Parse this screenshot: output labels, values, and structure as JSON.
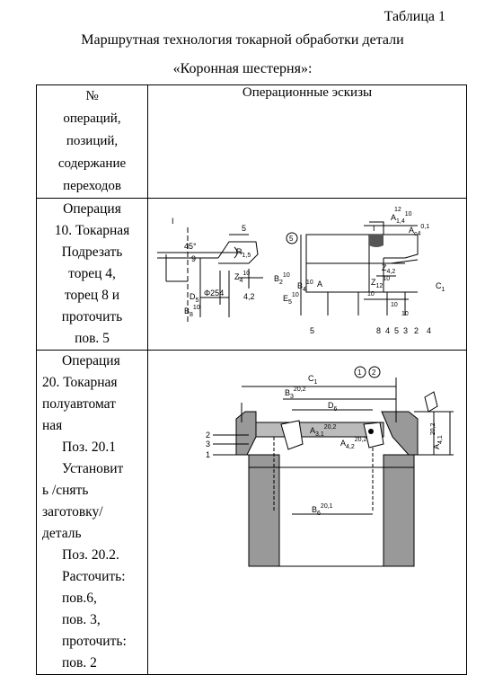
{
  "caption": {
    "table_no": "Таблица 1",
    "title_line1": "Маршрутная технология токарной обработки детали",
    "title_line2": "«Коронная шестерня»:"
  },
  "table": {
    "col1_header": [
      "№",
      "операций,",
      "позиций,",
      "содержание",
      "переходов"
    ],
    "col2_header": "Операционные эскизы",
    "rows": [
      {
        "lines": [
          "Операция",
          "10. Токарная",
          "Подрезать",
          "торец 4,",
          "торец 8   и",
          "проточить",
          "пов. 5"
        ],
        "sketch_labels": {
          "roman_left": "I",
          "angle": "45°",
          "r": "R",
          "r_sub": "1,5",
          "five_top": "5",
          "num9": "9",
          "z4": "Z",
          "z4_sub": "4",
          "z4_tol": "10",
          "d5": "D",
          "d5_sub": "5",
          "phi": "Φ254",
          "b8": "B",
          "b8_sub": "8",
          "b8_tol": "10",
          "dim42": "4,2",
          "b2": "B",
          "b2_sub": "2",
          "b2_tol": "10",
          "e5": "E",
          "e5_sub": "5",
          "e5_tol": "10",
          "b4": "B",
          "b4_sub": "4",
          "b4_tol": "10",
          "a_small": "A",
          "circ5": "5",
          "roman_right": "I",
          "a14": "A",
          "a14_sub": "1,4",
          "a14_tol": "10",
          "top12": "12",
          "ac4": "A",
          "ac4_sub": "c4",
          "ac4_tol": "0,1",
          "c1": "C",
          "c1_sub": "1",
          "z12": "Z",
          "z12_sub": "12",
          "z12_tol": "10",
          "z42": "Z",
          "z42_sub": "4,2",
          "d10a": "10",
          "d10b": "10",
          "d10c": "10",
          "bottom_left5": "5",
          "bottom_nums": [
            "8",
            "4",
            "5",
            "3",
            "2",
            "4"
          ]
        }
      },
      {
        "lines": [
          "Операция",
          "20. Токарная",
          "полуавтомат",
          "ная",
          "Поз. 20.1",
          "Установит",
          "ь /снять",
          "заготовку/",
          "деталь",
          "Поз. 20.2.",
          "Расточить:",
          "пов.6,",
          "пов. 3,",
          "проточить:",
          "пов. 2"
        ],
        "sketch_labels": {
          "c1": "C",
          "c1_sub": "1",
          "circ1": "1",
          "circ2": "2",
          "b3": "B",
          "b3_sub": "3",
          "b3_tol": "20,2",
          "d6": "D",
          "d6_sub": "6",
          "a31": "A",
          "a31_sub": "3,1",
          "a31_tol": "20,2",
          "a42": "A",
          "a42_sub": "4,2",
          "a42_tol": "20,2",
          "a41": "A",
          "a41_sub": "4,1",
          "a41_tol": "20,2",
          "b6": "B",
          "b6_sub": "6",
          "b6_tol": "20,1",
          "left_nums": [
            "2",
            "3",
            "1"
          ]
        }
      }
    ]
  }
}
